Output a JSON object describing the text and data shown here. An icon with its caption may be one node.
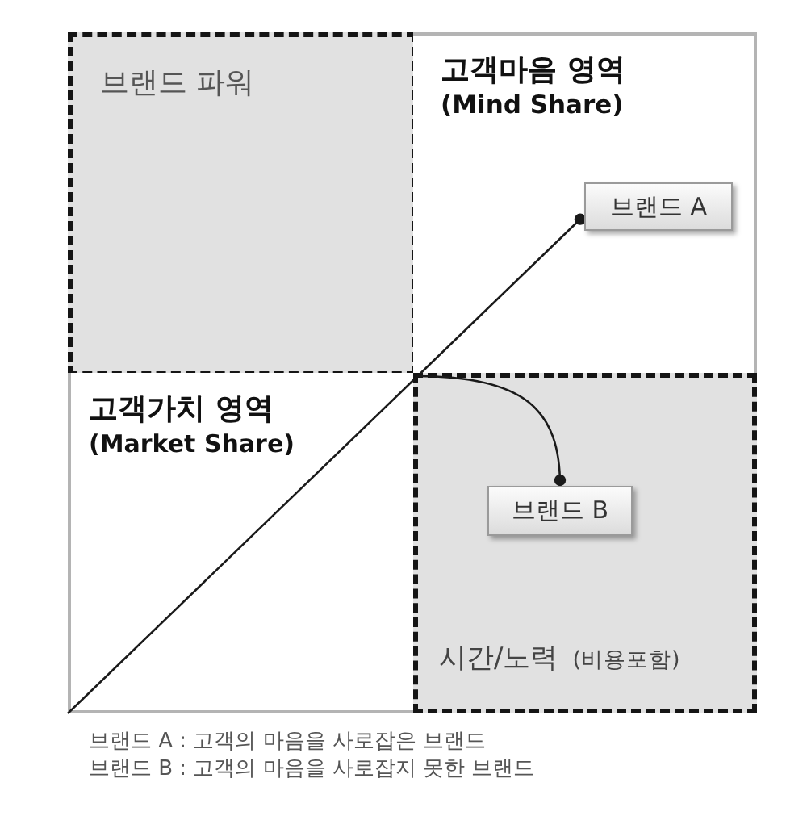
{
  "diagram": {
    "nodes": [
      {
        "text": [
          "브랜드 파워"
        ]
      },
      {
        "text": [
          "고객마음 영역",
          "(Mind Share)"
        ]
      },
      {
        "text": [
          "브랜드 A"
        ],
        "in": 1
      },
      {
        "text": [
          "고객가치 영역",
          "(Market Share)"
        ]
      },
      {
        "text": [
          "시간/노력",
          "(비용포함)"
        ]
      },
      {
        "text": [
          "브랜드 B"
        ],
        "in": 4
      }
    ],
    "edges": [
      {
        "from": 3,
        "to": 2,
        "arrow": "other"
      },
      {
        "from": null,
        "to": 5,
        "arrow": "other"
      }
    ],
    "labels": [
      "브랜드 A : 고객의 마음을 사로잡은 브랜드",
      "브랜드 B : 고객의 마음을 사로잡지 못한 브랜드"
    ]
  }
}
